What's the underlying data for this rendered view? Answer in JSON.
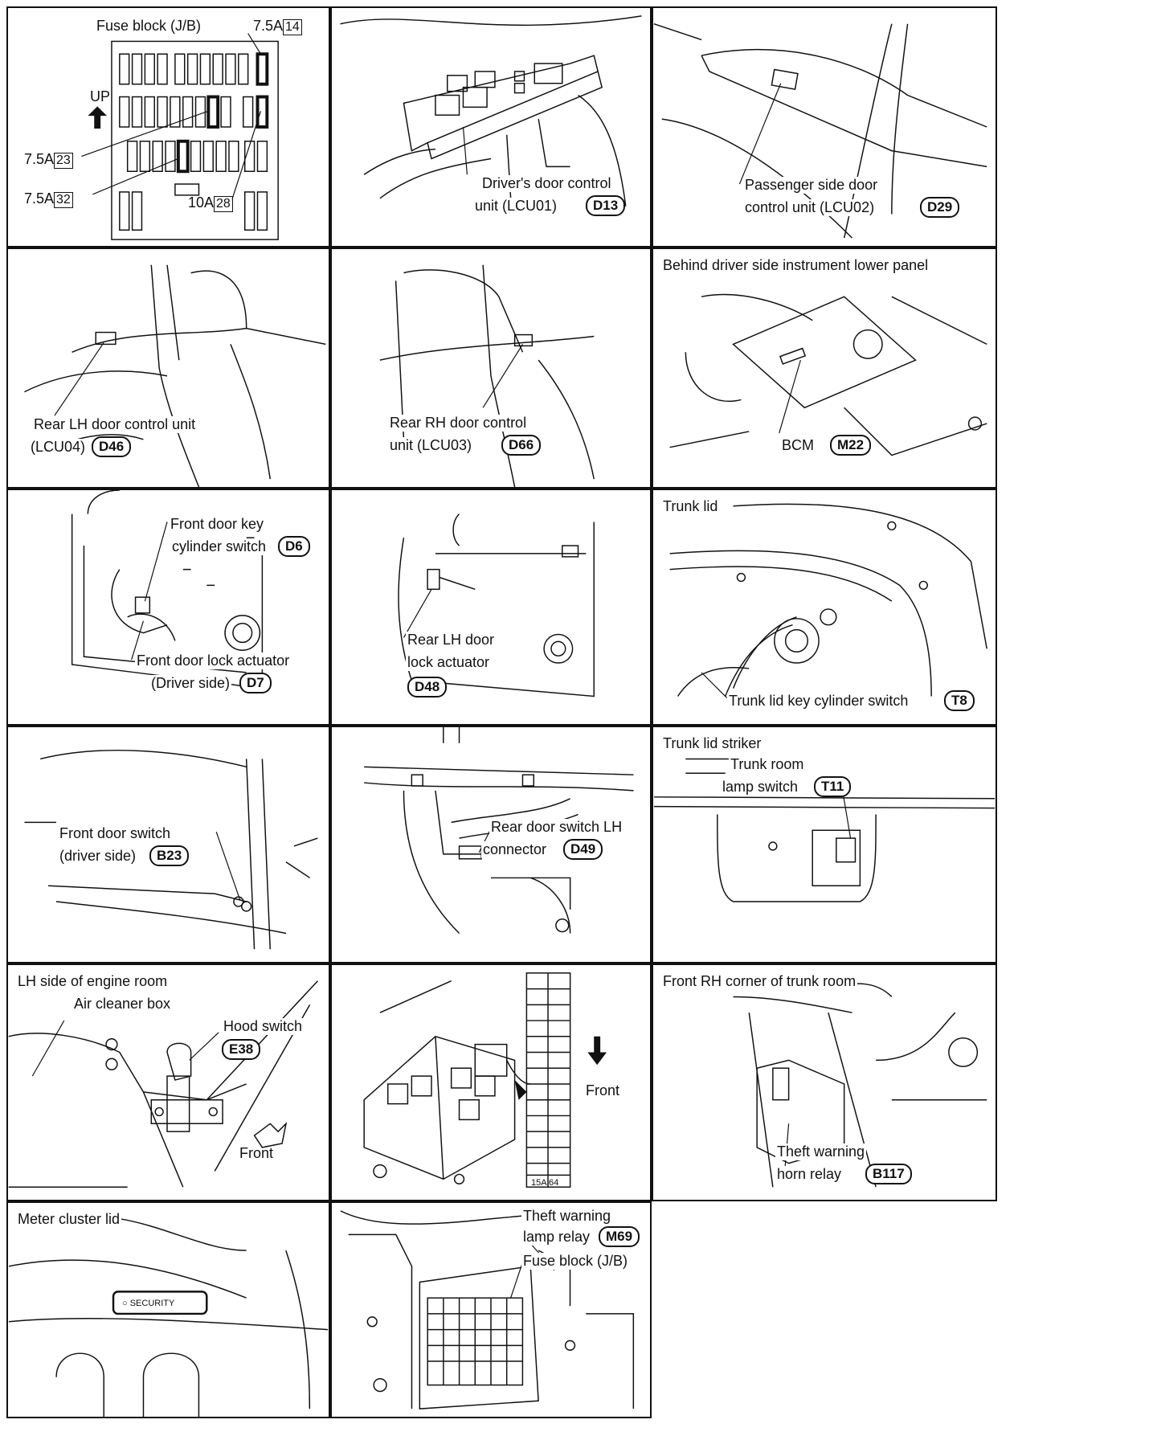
{
  "panels": {
    "fuse_block": {
      "title": "Fuse block (J/B)",
      "up": "UP",
      "fuse_14_rating": "7.5A",
      "fuse_14_no": "14",
      "fuse_23_rating": "7.5A",
      "fuse_23_no": "23",
      "fuse_32_rating": "7.5A",
      "fuse_32_no": "32",
      "fuse_28_rating": "10A",
      "fuse_28_no": "28"
    },
    "driver_door_unit": {
      "line1": "Driver's door control",
      "line2": "unit (LCU01)",
      "connector": "D13"
    },
    "passenger_door_unit": {
      "line1": "Passenger side door",
      "line2": "control unit (LCU02)",
      "connector": "D29"
    },
    "rear_lh_unit": {
      "line1": "Rear LH door control unit",
      "line2": "(LCU04)",
      "connector": "D46"
    },
    "rear_rh_unit": {
      "line1": "Rear RH door control",
      "line2": "unit (LCU03)",
      "connector": "D66"
    },
    "bcm": {
      "title": "Behind driver side instrument lower panel",
      "label": "BCM",
      "connector": "M22"
    },
    "front_door_key": {
      "line1": "Front door key",
      "line2": "cylinder switch",
      "connector": "D6",
      "line3": "Front door lock actuator",
      "line4": "(Driver side)",
      "connector2": "D7"
    },
    "rear_lh_lock": {
      "line1": "Rear LH door",
      "line2": "lock actuator",
      "connector": "D48"
    },
    "trunk_lid": {
      "title": "Trunk lid",
      "label": "Trunk lid key cylinder switch",
      "connector": "T8"
    },
    "front_door_switch": {
      "line1": "Front door switch",
      "line2": "(driver side)",
      "connector": "B23"
    },
    "rear_door_switch": {
      "line1": "Rear door switch LH",
      "line2": "connector",
      "connector": "D49"
    },
    "trunk_striker": {
      "title": "Trunk lid striker",
      "line1": "Trunk room",
      "line2": "lamp switch",
      "connector": "T11"
    },
    "engine_room": {
      "title": "LH side of engine room",
      "air_cleaner": "Air cleaner box",
      "hood": "Hood switch",
      "connector": "E38",
      "front": "Front"
    },
    "fuse_relay_box": {
      "front": "Front",
      "fuse_rating": "15A",
      "fuse_no": "64"
    },
    "trunk_corner": {
      "title": "Front RH corner of trunk room",
      "line1": "Theft warning",
      "line2": "horn relay",
      "connector": "B117"
    },
    "meter_cluster": {
      "title": "Meter cluster lid",
      "button": "SECURITY"
    },
    "lamp_relay": {
      "line1": "Theft warning",
      "line2": "lamp relay",
      "connector": "M69",
      "line3": "Fuse block (J/B)"
    }
  }
}
